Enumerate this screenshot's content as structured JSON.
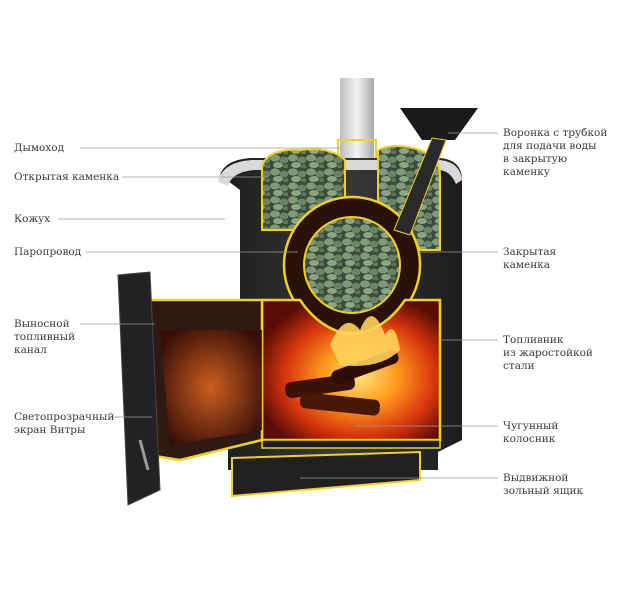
{
  "labels": {
    "chimney": [
      "Дымоход"
    ],
    "open_heater": [
      "Открытая каменка"
    ],
    "casing": [
      "Кожух"
    ],
    "steam_pipe": [
      "Паропровод"
    ],
    "remote_channel": [
      "Выносной",
      "топливный",
      "канал"
    ],
    "glass_screen": [
      "Светопрозрачный",
      "экран Витры"
    ],
    "funnel": [
      "Воронка с трубкой",
      "для подачи воды",
      "в закрытую",
      "каменку"
    ],
    "closed_heater": [
      "Закрытая",
      "каменка"
    ],
    "firebox": [
      "Топливник",
      "из жаростойкой",
      "стали"
    ],
    "grate": [
      "Чугунный",
      "колосник"
    ],
    "ash_drawer": [
      "Выдвижной",
      "зольный ящик"
    ]
  },
  "colors": {
    "outline": "#f2d01f",
    "body": "#2b2b2b",
    "fire": "#e2400e",
    "stones": "#6f8668",
    "leader": "#9a9a9a"
  }
}
